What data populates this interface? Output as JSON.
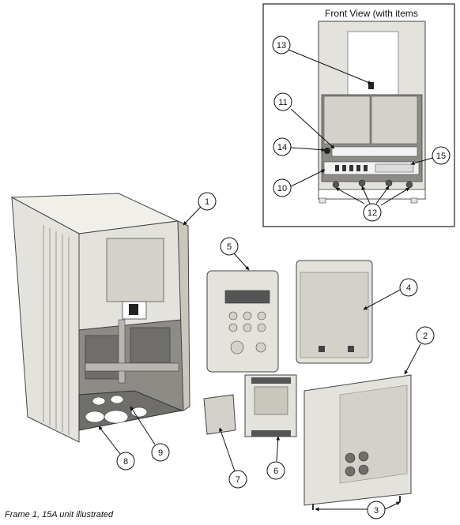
{
  "inset": {
    "title": "Front View (with items"
  },
  "callouts": [
    {
      "id": "1",
      "label": "1"
    },
    {
      "id": "2",
      "label": "2"
    },
    {
      "id": "3",
      "label": "3"
    },
    {
      "id": "4",
      "label": "4"
    },
    {
      "id": "5",
      "label": "5"
    },
    {
      "id": "6",
      "label": "6"
    },
    {
      "id": "7",
      "label": "7"
    },
    {
      "id": "8",
      "label": "8"
    },
    {
      "id": "9",
      "label": "9"
    },
    {
      "id": "10",
      "label": "10"
    },
    {
      "id": "11",
      "label": "11"
    },
    {
      "id": "12",
      "label": "12"
    },
    {
      "id": "13",
      "label": "13"
    },
    {
      "id": "14",
      "label": "14"
    },
    {
      "id": "15",
      "label": "15"
    }
  ],
  "caption": "Frame 1, 15A unit illustrated",
  "colors": {
    "casing": "#e4e2dc",
    "casing_dark": "#c9c6be",
    "panel": "#d3d1ca",
    "interior": "#8d8b86",
    "gland_plate": "#6f6e6a",
    "line": "#333333"
  }
}
